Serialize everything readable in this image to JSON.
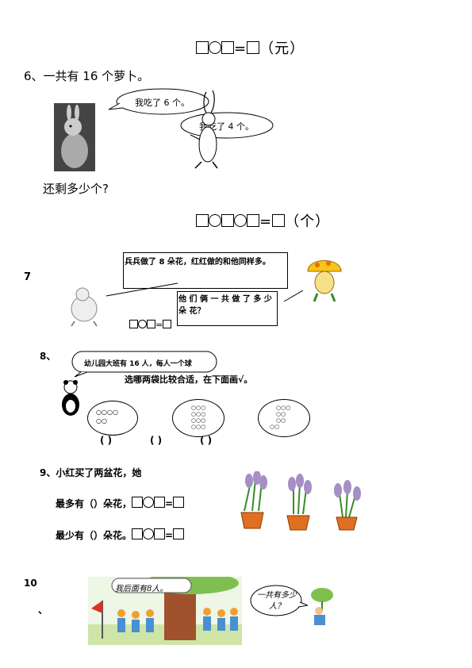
{
  "eq_top": {
    "unit": "（元）"
  },
  "q6": {
    "title": "6、一共有 16 个萝卜。",
    "bubble1": "我吃了 6 个。",
    "bubble2": "我吃了 4 个。",
    "question": "还剩多少个?",
    "unit": "（个）"
  },
  "q7": {
    "number": "7",
    "box1": "兵兵做了 8 朵花，红红做的和他同样多。",
    "box2": "他 们 俩 一 共 做 了 多 少 朵 花？"
  },
  "q8": {
    "number": "8、",
    "bubble": "幼儿园大班有 16 人，每人一个球",
    "instruction": "选哪两袋比较合适，在下面画√。",
    "bags": [
      {
        "rows": [
          "○○○○",
          "○○"
        ]
      },
      {
        "rows": [
          "○○○",
          "○○○",
          "○○○",
          "○○○"
        ]
      },
      {
        "rows": [
          "○○○",
          "○○",
          "○○",
          "○○"
        ]
      }
    ],
    "paren": "(    )"
  },
  "q9": {
    "title": "9、小红买了两盆花，她",
    "line1": "最多有（）朵花，",
    "line2": "最少有（）朵花。"
  },
  "q10": {
    "number": "10",
    "suffix": "、",
    "sign_text": "我后面有8人。",
    "bubble": "一共有多少人？"
  }
}
